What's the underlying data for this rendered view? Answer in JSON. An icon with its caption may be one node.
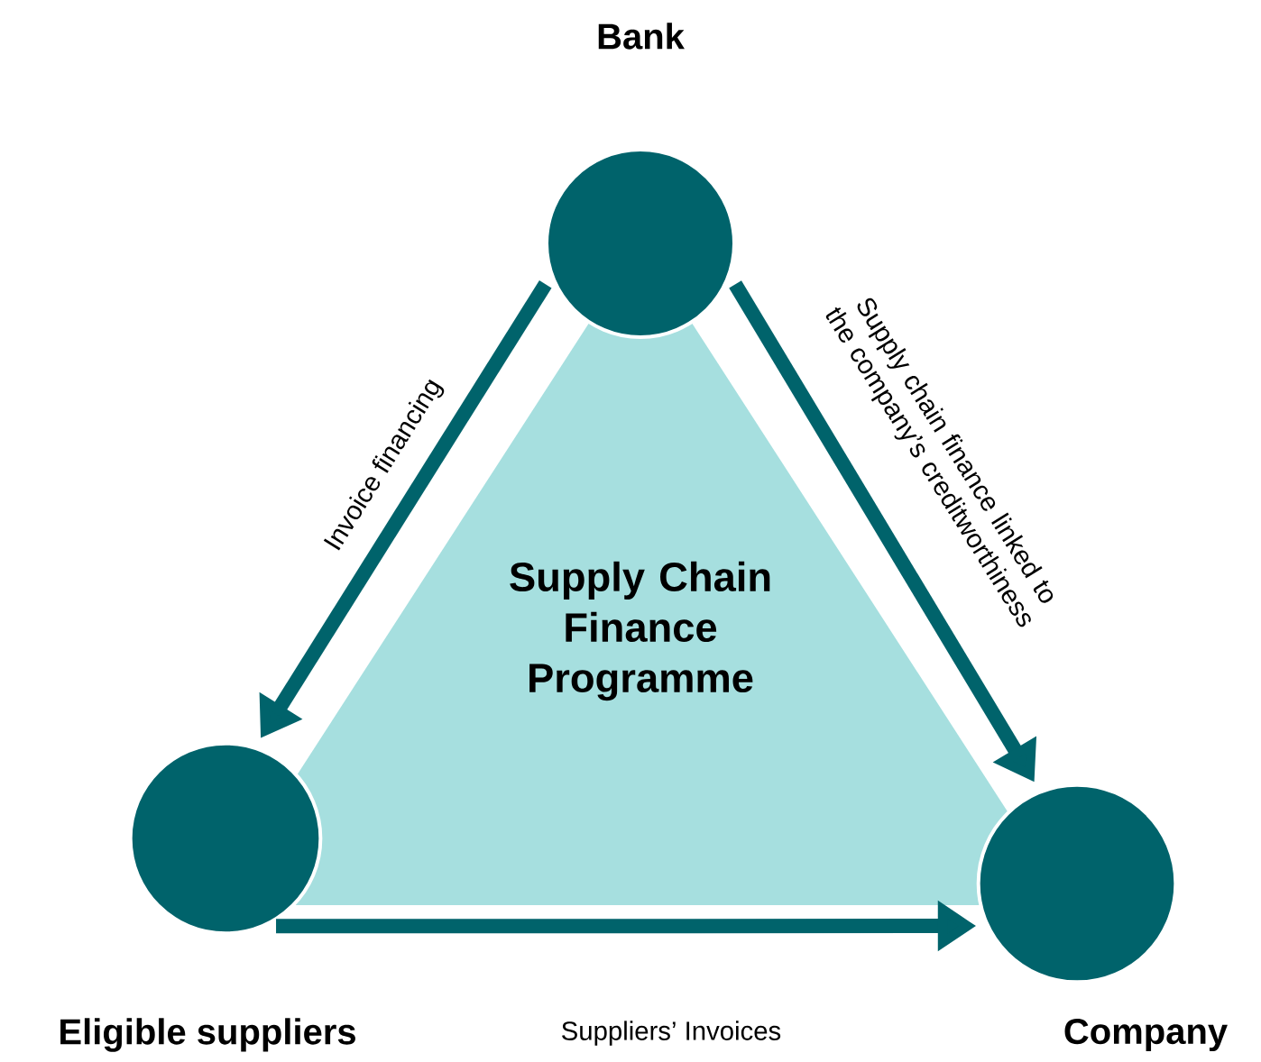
{
  "diagram": {
    "nodes": [
      {
        "text": [
          "Bank"
        ]
      },
      {
        "text": [
          "Eligible suppliers"
        ]
      },
      {
        "text": [
          "Company"
        ]
      },
      {
        "text": [
          "Supply Chain Finance Programme"
        ]
      }
    ],
    "edges": [
      {
        "from": 0,
        "to": 1,
        "arrow": "to",
        "label": "Invoice financing"
      },
      {
        "from": 0,
        "to": 2,
        "arrow": "to",
        "label": "Supply chain finance linked to the company’s creditworthiness"
      },
      {
        "from": 1,
        "to": 2,
        "arrow": "to",
        "label": "Suppliers’ Invoices"
      }
    ]
  }
}
